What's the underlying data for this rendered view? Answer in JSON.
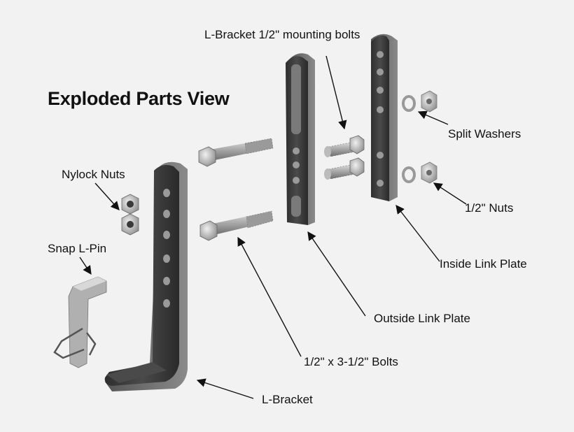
{
  "title": "Exploded Parts View",
  "labels": {
    "mounting_bolts": "L-Bracket 1/2\" mounting bolts",
    "split_washers": "Split Washers",
    "nylock_nuts": "Nylock Nuts",
    "half_nuts": "1/2\" Nuts",
    "snap_pin": "Snap L-Pin",
    "inside_plate": "Inside Link Plate",
    "outside_plate": "Outside Link Plate",
    "bolts_3half": "1/2\" x 3-1/2\" Bolts",
    "l_bracket": "L-Bracket"
  },
  "colors": {
    "background": "#f2f2f2",
    "metal_dark": "#3a3a3a",
    "metal_mid": "#6a6a6a",
    "metal_light": "#bdbdbd",
    "text": "#111111"
  }
}
